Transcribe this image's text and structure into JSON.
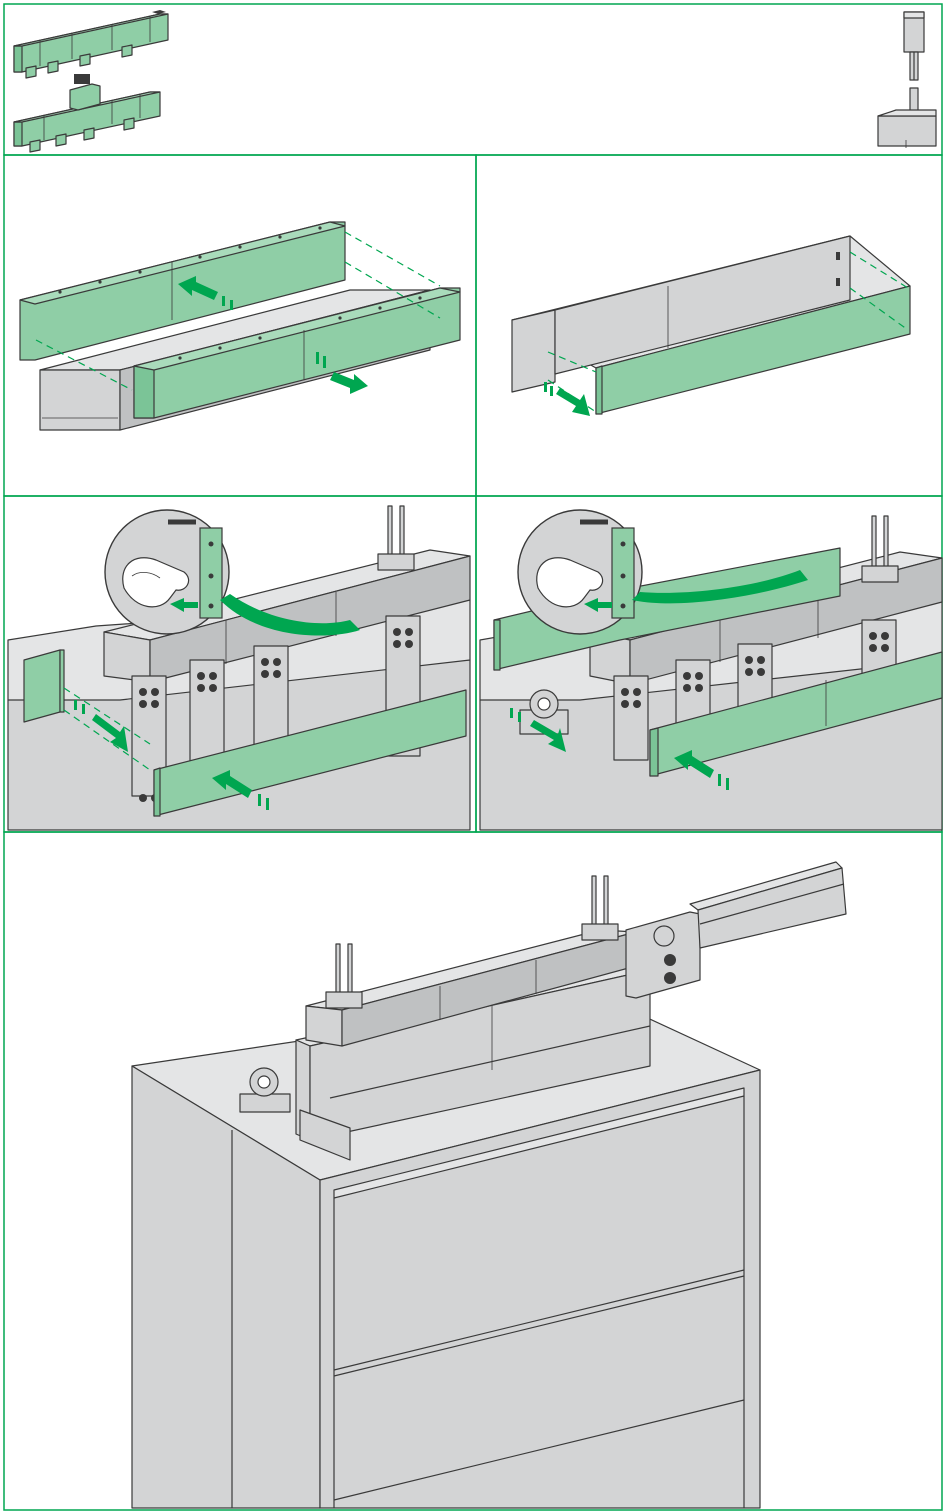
{
  "figure": {
    "accent_color": "#00a650",
    "cover_color": "#8fcea6",
    "metal_color": "#d3d4d5",
    "outline_color": "#3a3a3a",
    "panels": [
      {
        "id": "overview",
        "icon": "busbar-covers-icon"
      },
      {
        "id": "remove-front-back",
        "icon": "cover-removal-icon"
      },
      {
        "id": "remove-side",
        "icon": "side-cover-icon"
      },
      {
        "id": "install-left",
        "icon": "bolt-tightening-icon"
      },
      {
        "id": "install-right",
        "icon": "bolt-tightening-icon"
      },
      {
        "id": "final-assembly",
        "icon": "cabinet-icon"
      }
    ]
  }
}
